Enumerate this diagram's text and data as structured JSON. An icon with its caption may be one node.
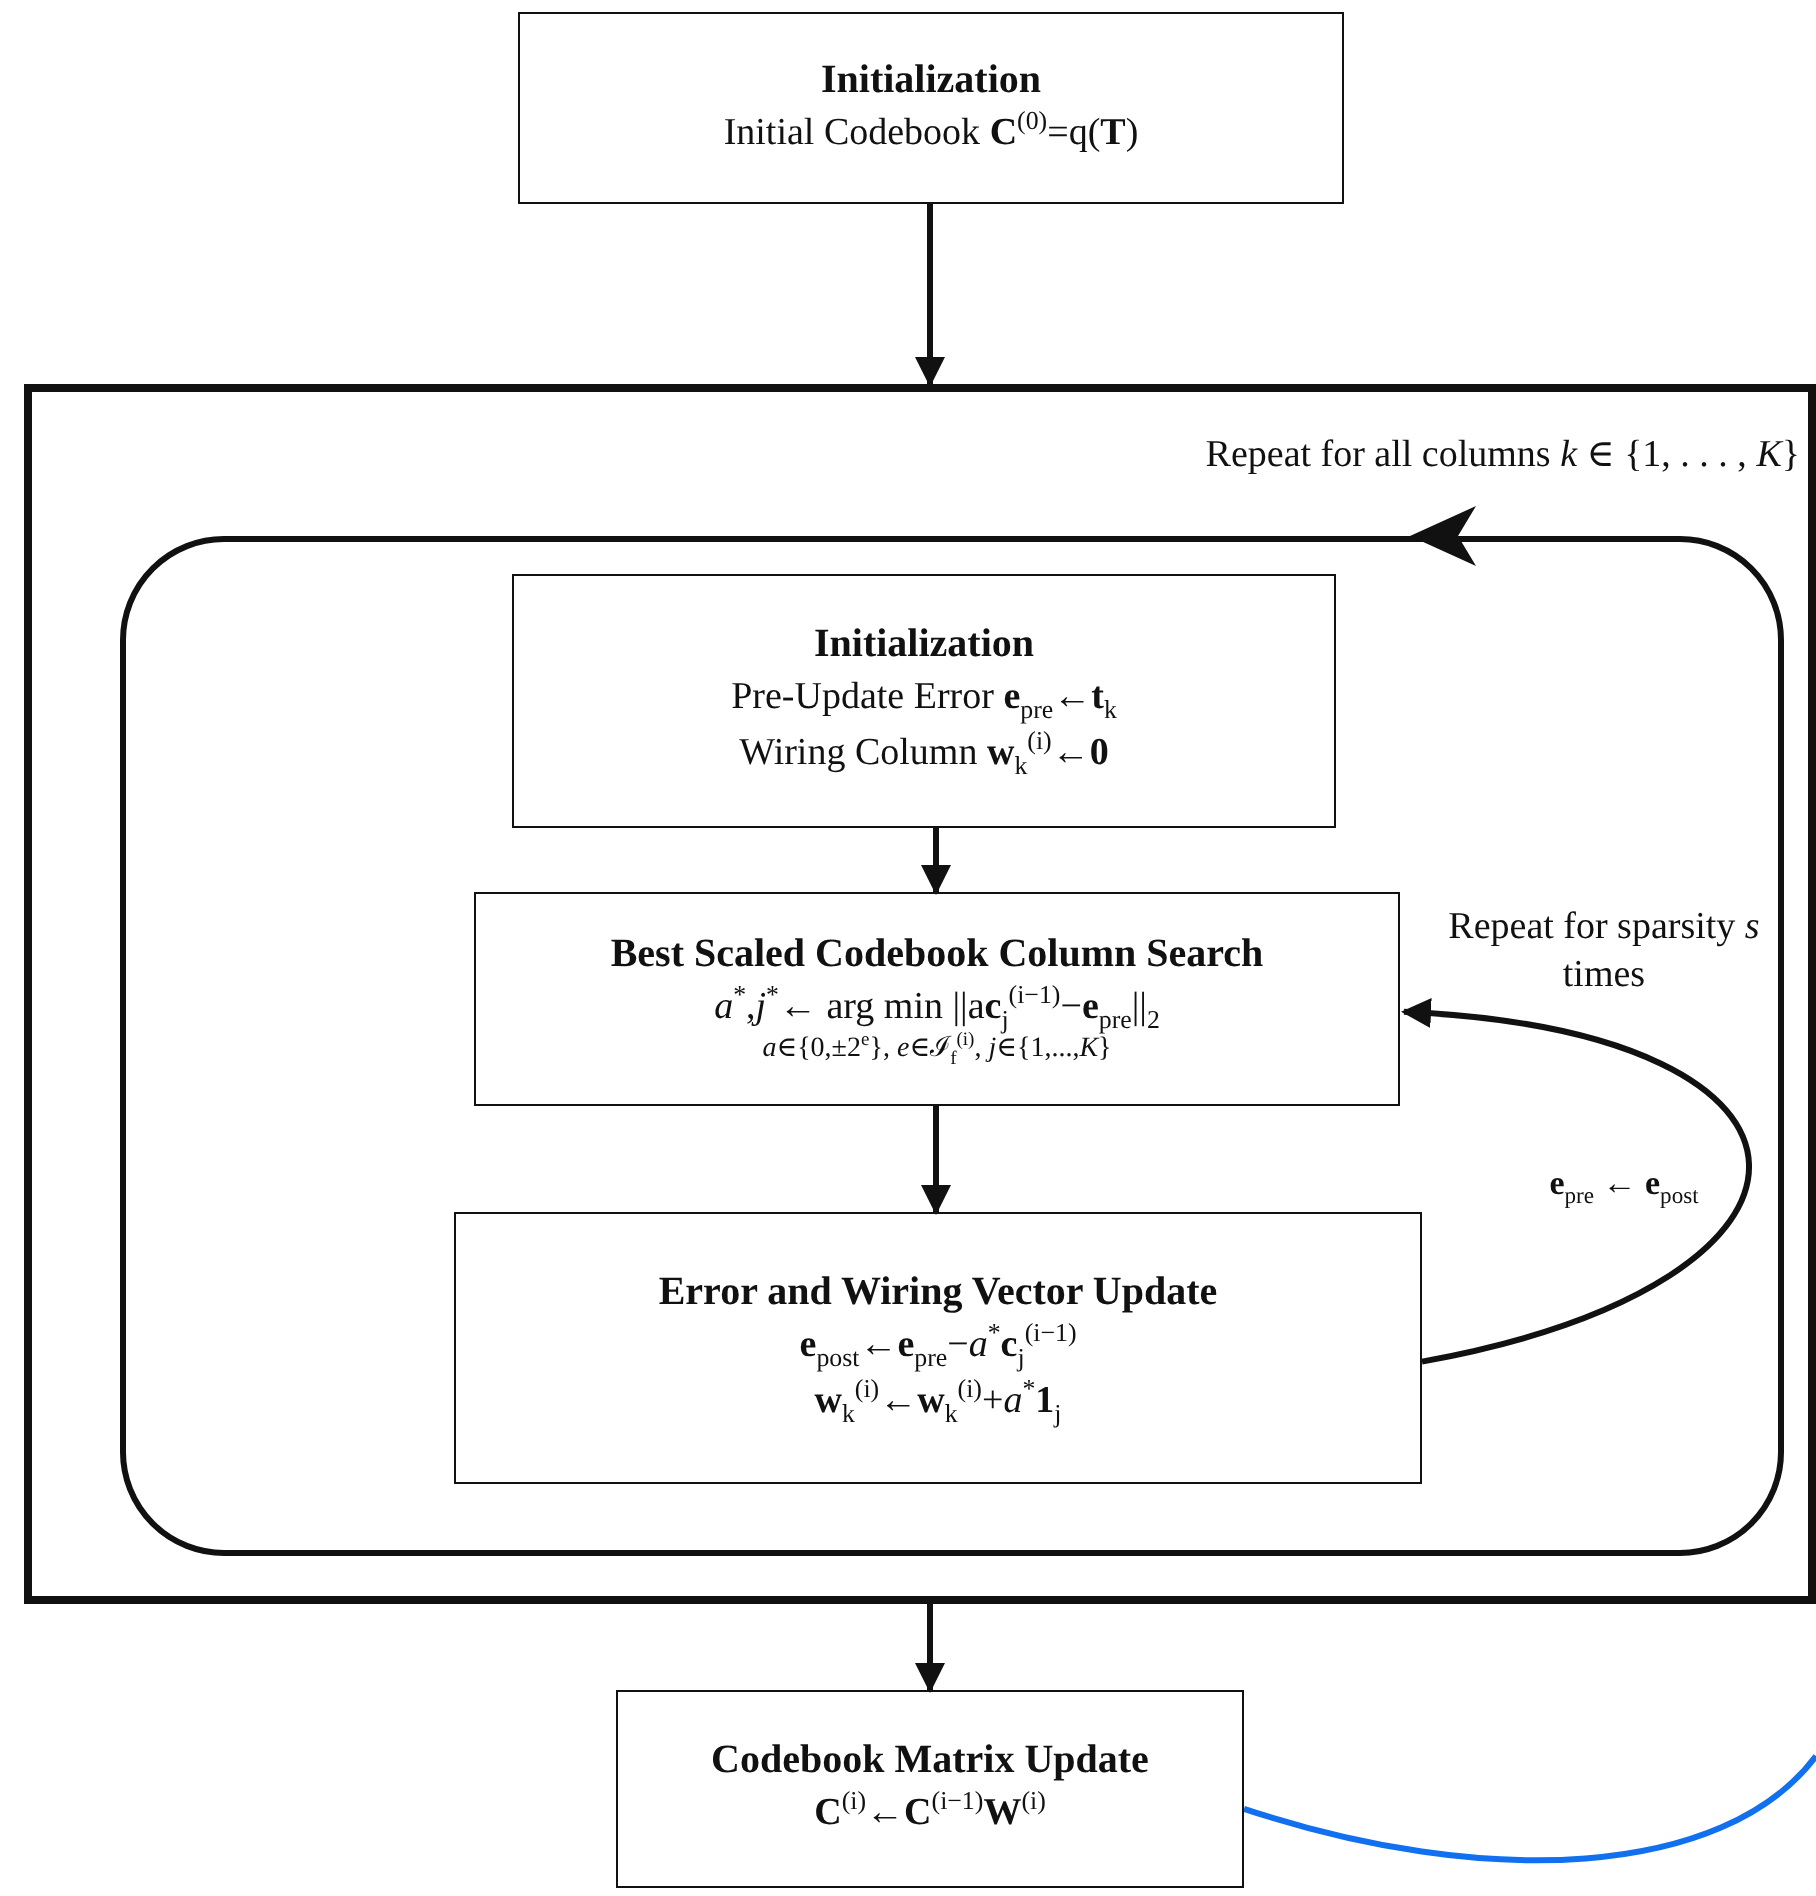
{
  "diagram": {
    "nodes": [
      {
        "text": [
          "Initialization",
          "Initial Codebook **C**$^{(0)}$=q(**T**)"
        ]
      },
      {
        "text": [
          "Repeat for all columns *k* ∈ {1, . . . , *K*}"
        ]
      },
      {
        "text": [],
        "shape": "box",
        "in": 1
      },
      {
        "text": [
          "Initialization",
          "Pre-Update Error **e**$_{pre}$←**t**$_{k}$",
          "Wiring Column **w**$_{k}$$^{(i)}$←**0**"
        ],
        "in": 2
      },
      {
        "text": [
          "Best Scaled Codebook Column Search",
          "*a*$^{*}$,*j*$^{*}$← arg min ||a**c**$_{j}$$^{(i−1)}$−**e**$_{pre}$||$_{2}$",
          "*a*∈{0,±2$^{e}$}, *e*∈ℐ$_{f}$$^{(i)}$, *j*∈{1,...,*K*}"
        ],
        "in": 2
      },
      {
        "text": [
          "Error and Wiring Vector Update",
          "**e**$_{post}$←**e**$_{pre}$−*a*$^{*}$**c**$_{j}$$^{(i−1)}$",
          "**w**$_{k}$$^{(i)}$←**w**$_{k}$$^{(i)}$+*a*$^{*}$**1**$_{j}$"
        ],
        "in": 2
      },
      {
        "text": [
          "Codebook Matrix Update",
          "**C**$^{(i)}$←**C**$^{(i−1)}$**W**$^{(i)}$"
        ]
      }
    ],
    "edges": [
      {
        "from": 0,
        "to": 1,
        "arrow": "to"
      },
      {
        "from": 3,
        "to": 4,
        "arrow": "to"
      },
      {
        "from": 4,
        "to": 5,
        "arrow": "to"
      },
      {
        "from": 5,
        "to": 4,
        "arrow": "to",
        "label": "**e**$_{pre}$ ← **e**$_{post}$"
      },
      {
        "from": 1,
        "to": 6,
        "arrow": "to"
      },
      {
        "from": 6,
        "to": null,
        "arrow": "none",
        "color": "#1070f0"
      }
    ],
    "labels": [
      "Repeat for sparsity *s* times"
    ]
  }
}
